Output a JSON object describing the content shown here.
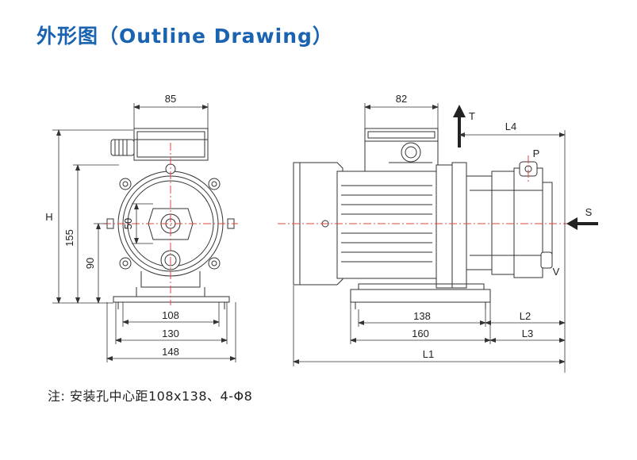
{
  "title": "外形图（Outline Drawing）",
  "note": "注: 安装孔中心距108x138、4-Φ8",
  "colors": {
    "title": "#1a63b0",
    "centerline": "#e0453a",
    "line": "#333333"
  },
  "front_view": {
    "dim_top": "85",
    "dim_h": "H",
    "dim_155": "155",
    "dim_90": "90",
    "dim_50": "50",
    "dim_108": "108",
    "dim_130": "130",
    "dim_148": "148"
  },
  "side_view": {
    "dim_82": "82",
    "dim_138": "138",
    "dim_160": "160",
    "dim_l1": "L1",
    "dim_l2": "L2",
    "dim_l3": "L3",
    "dim_l4": "L4",
    "label_t": "T",
    "label_p": "P",
    "label_s": "S",
    "label_v": "V"
  }
}
